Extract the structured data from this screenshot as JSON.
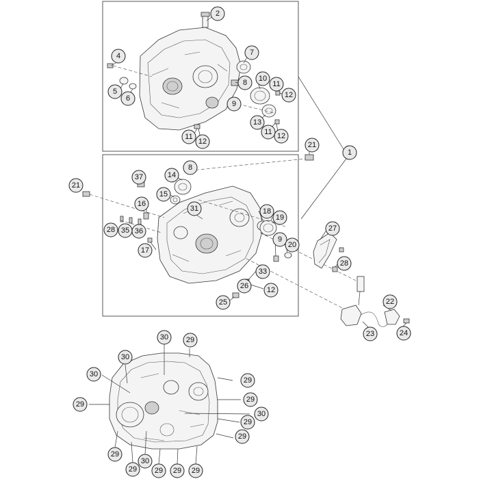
{
  "diagram": {
    "callouts": [
      "1",
      "2",
      "4",
      "5",
      "6",
      "7",
      "8",
      "9",
      "10",
      "11",
      "12",
      "13",
      "14",
      "15",
      "16",
      "17",
      "18",
      "19",
      "20",
      "21",
      "22",
      "23",
      "24",
      "25",
      "26",
      "27",
      "28",
      "29",
      "30",
      "31",
      "33",
      "35",
      "36",
      "37"
    ]
  }
}
